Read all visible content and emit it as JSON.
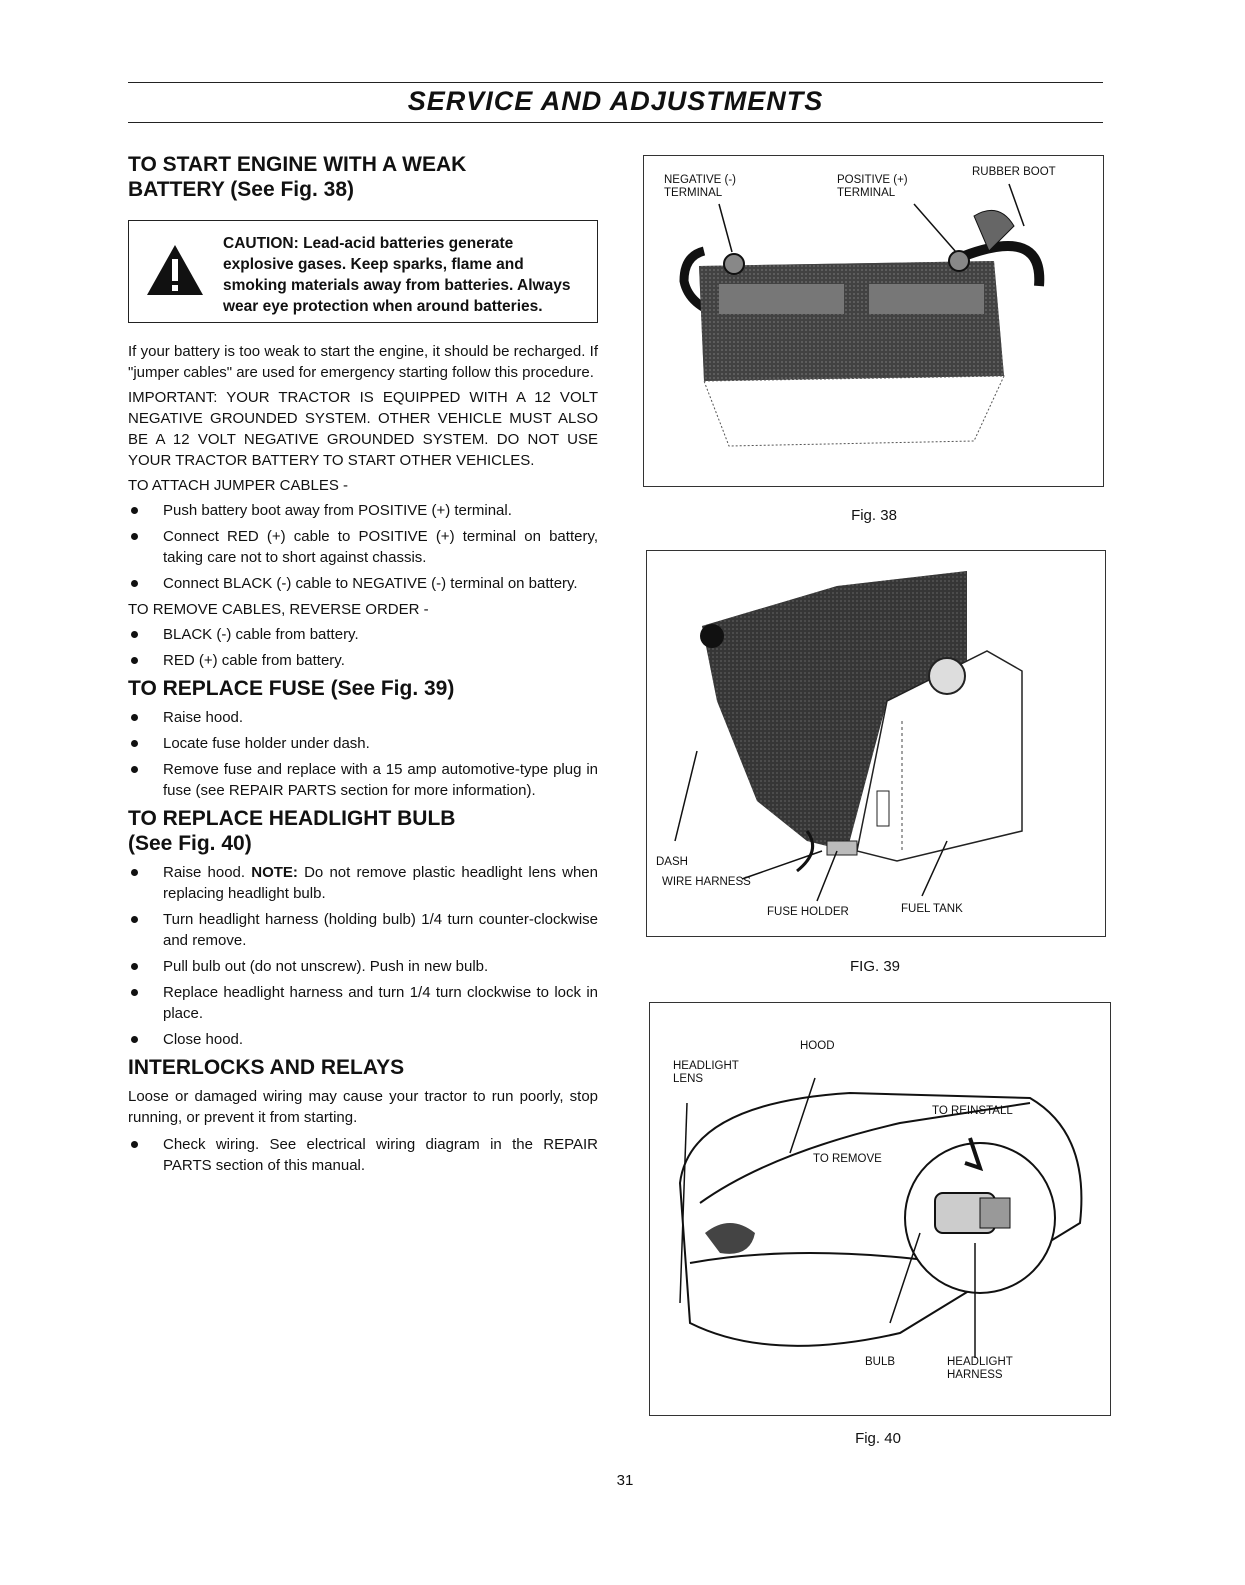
{
  "page_title": "SERVICE AND ADJUSTMENTS",
  "page_number": "31",
  "weak_battery": {
    "heading_line1": "TO START ENGINE WITH A WEAK",
    "heading_line2": "BATTERY (See Fig. 38)",
    "caution": "CAUTION:  Lead-acid batteries generate explosive gases. Keep sparks, flame and smoking materials away from batteries. Always wear eye protection when around batteries.",
    "para1": "If your battery is too weak to start the engine, it should be recharged. If \"jumper cables\" are used for emergency starting follow this procedure.",
    "important": "IMPORTANT: YOUR TRACTOR IS EQUIPPED WITH A 12 VOLT NEGATIVE GROUNDED SYSTEM. OTHER VEHICLE MUST ALSO BE A 12 VOLT NEGATIVE GROUNDED SYSTEM. DO NOT USE YOUR TRACTOR BATTERY TO START OTHER VEHICLES.",
    "attach_heading": "TO ATTACH JUMPER CABLES -",
    "attach_steps": [
      "Push battery boot away from POSITIVE (+) terminal.",
      "Connect RED (+) cable to POSITIVE (+) terminal on battery, taking care not to short against chassis.",
      "Connect BLACK (-) cable to NEGATIVE (-) terminal on battery."
    ],
    "remove_heading": "TO REMOVE CABLES, REVERSE ORDER -",
    "remove_steps": [
      "BLACK (-) cable from battery.",
      "RED (+) cable from battery."
    ]
  },
  "fuse": {
    "heading": "TO REPLACE FUSE (See Fig. 39)",
    "steps": [
      "Raise hood.",
      "Locate fuse holder under dash.",
      "Remove fuse and replace with a 15 amp automotive-type plug in fuse (see REPAIR PARTS section for more information)."
    ]
  },
  "headlight": {
    "heading_line1": "TO REPLACE HEADLIGHT BULB",
    "heading_line2": "(See Fig. 40)",
    "step1_prefix": "Raise hood. ",
    "step1_note": "NOTE:",
    "step1_rest": " Do not remove plastic headlight lens when replacing headlight bulb.",
    "steps": [
      "Turn headlight harness (holding bulb) 1/4 turn counter-clockwise and remove.",
      "Pull bulb out (do not unscrew). Push in new bulb.",
      "Replace headlight harness and turn 1/4 turn clockwise to lock in place.",
      "Close hood."
    ]
  },
  "interlocks": {
    "heading": "INTERLOCKS AND RELAYS",
    "para": "Loose or damaged wiring may cause your tractor to run poorly, stop running, or prevent it from starting.",
    "steps": [
      "Check wiring. See electrical wiring diagram in the REPAIR PARTS section of this manual."
    ]
  },
  "fig38": {
    "caption": "Fig. 38",
    "label_negative_1": "NEGATIVE (-)",
    "label_negative_2": "TERMINAL",
    "label_positive_1": "POSITIVE (+)",
    "label_positive_2": "TERMINAL",
    "label_boot": "RUBBER BOOT"
  },
  "fig39": {
    "caption": "FIG. 39",
    "label_dash": "DASH",
    "label_harness": "WIRE HARNESS",
    "label_fuse": "FUSE HOLDER",
    "label_tank": "FUEL TANK"
  },
  "fig40": {
    "caption": "Fig. 40",
    "label_hood": "HOOD",
    "label_lens_1": "HEADLIGHT",
    "label_lens_2": "LENS",
    "label_reinstall": "TO REINSTALL",
    "label_remove": "TO REMOVE",
    "label_bulb": "BULB",
    "label_harness_1": "HEADLIGHT",
    "label_harness_2": "HARNESS"
  }
}
